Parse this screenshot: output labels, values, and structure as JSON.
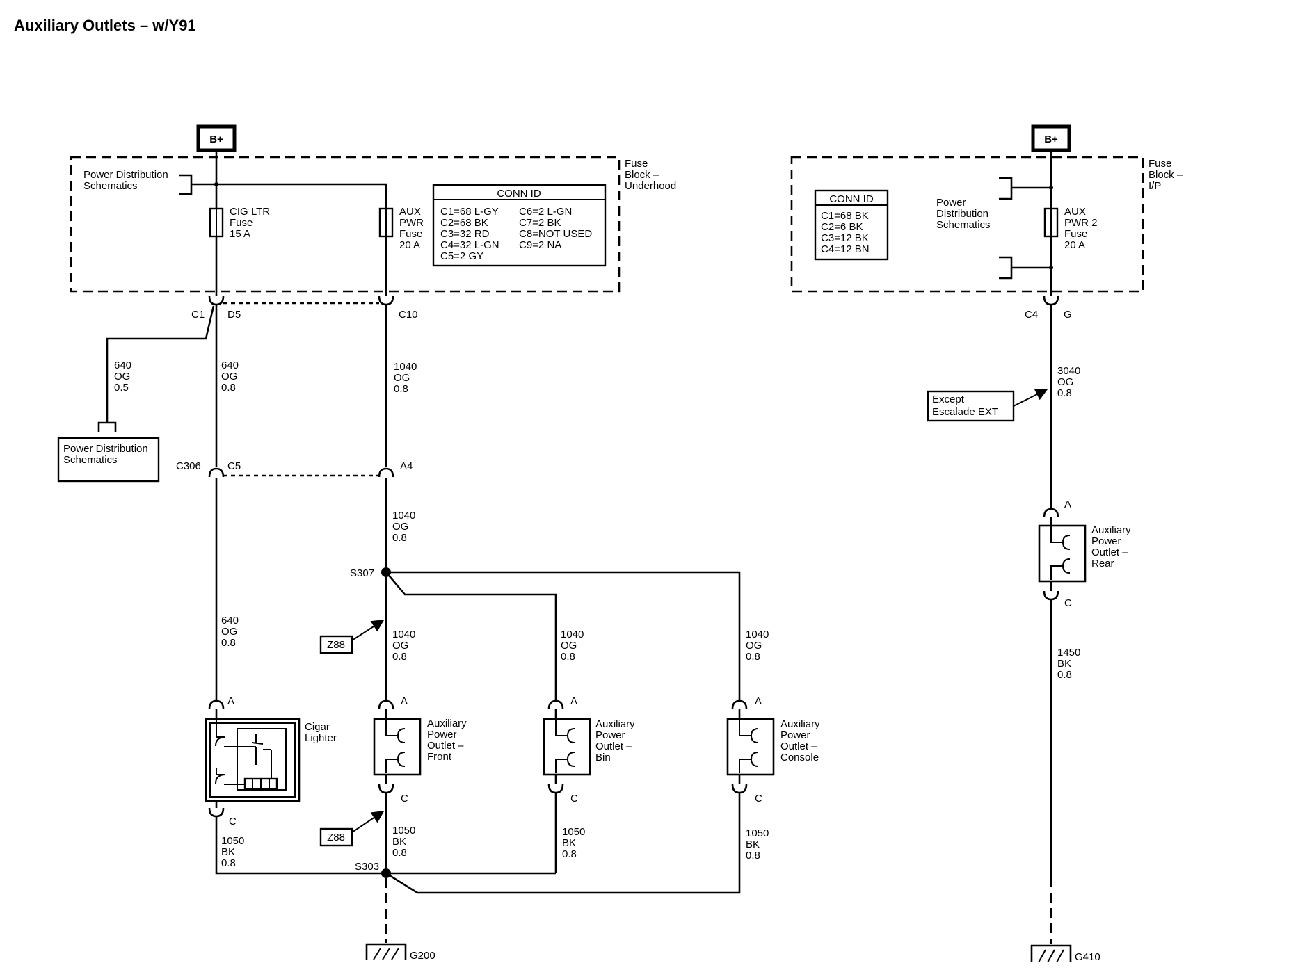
{
  "title": "Auxiliary Outlets – w/Y91",
  "power": {
    "left_bplus": "B+",
    "right_bplus": "B+"
  },
  "fuse_block_underhood": {
    "label_lines": [
      "Fuse",
      "Block –",
      "Underhood"
    ],
    "pds_lines": [
      "Power Distribution",
      "Schematics"
    ],
    "fuse1_lines": [
      "CIG LTR",
      "Fuse",
      "15 A"
    ],
    "fuse2_lines": [
      "AUX",
      "PWR",
      "Fuse",
      "20 A"
    ],
    "conn_id_title": "CONN ID",
    "conn_id_col1": [
      "C1=68 L-GY",
      "C2=68 BK",
      "C3=32 RD",
      "C4=32 L-GN",
      "C5=2 GY"
    ],
    "conn_id_col2": [
      "C6=2 L-GN",
      "C7=2 BK",
      "C8=NOT USED",
      "C9=2 NA"
    ]
  },
  "fuse_block_ip": {
    "label_lines": [
      "Fuse",
      "Block –",
      "I/P"
    ],
    "pds_lines": [
      "Power",
      "Distribution",
      "Schematics"
    ],
    "fuse_lines": [
      "AUX",
      "PWR 2",
      "Fuse",
      "20 A"
    ],
    "conn_id_title": "CONN ID",
    "conn_id_rows": [
      "C1=68 BK",
      "C2=6 BK",
      "C3=12 BK",
      "C4=12 BN"
    ]
  },
  "connectors": {
    "c1": "C1",
    "d5": "D5",
    "c10": "C10",
    "c306": "C306",
    "c5": "C5",
    "a4": "A4",
    "c4": "C4",
    "g": "G",
    "lighter_a": "A",
    "lighter_c": "C",
    "front_a": "A",
    "front_c": "C",
    "bin_a": "A",
    "bin_c": "C",
    "console_a": "A",
    "console_c": "C",
    "rear_a": "A",
    "rear_c": "C"
  },
  "wires": {
    "w640_05": [
      "640",
      "OG",
      "0.5"
    ],
    "w640_08_top": [
      "640",
      "OG",
      "0.8"
    ],
    "w1040_top": [
      "1040",
      "OG",
      "0.8"
    ],
    "w1040_mid": [
      "1040",
      "OG",
      "0.8"
    ],
    "w640_08_low": [
      "640",
      "OG",
      "0.8"
    ],
    "w1040_front": [
      "1040",
      "OG",
      "0.8"
    ],
    "w1040_bin": [
      "1040",
      "OG",
      "0.8"
    ],
    "w1040_console": [
      "1040",
      "OG",
      "0.8"
    ],
    "w1050_lighter": [
      "1050",
      "BK",
      "0.8"
    ],
    "w1050_front": [
      "1050",
      "BK",
      "0.8"
    ],
    "w1050_bin": [
      "1050",
      "BK",
      "0.8"
    ],
    "w1050_console": [
      "1050",
      "BK",
      "0.8"
    ],
    "w3040": [
      "3040",
      "OG",
      "0.8"
    ],
    "w1450": [
      "1450",
      "BK",
      "0.8"
    ]
  },
  "pds_left_box_lines": [
    "Power Distribution",
    "Schematics"
  ],
  "splices": {
    "s307": "S307",
    "s303": "S303"
  },
  "options": {
    "z88_upper": "Z88",
    "z88_lower": "Z88",
    "except_lines": [
      "Except",
      "Escalade EXT"
    ]
  },
  "grounds": {
    "g200": "G200",
    "g410": "G410"
  },
  "components": {
    "cigar_lines": [
      "Cigar",
      "Lighter"
    ],
    "front_lines": [
      "Auxiliary",
      "Power",
      "Outlet –",
      "Front"
    ],
    "bin_lines": [
      "Auxiliary",
      "Power",
      "Outlet –",
      "Bin"
    ],
    "console_lines": [
      "Auxiliary",
      "Power",
      "Outlet –",
      "Console"
    ],
    "rear_lines": [
      "Auxiliary",
      "Power",
      "Outlet –",
      "Rear"
    ]
  }
}
